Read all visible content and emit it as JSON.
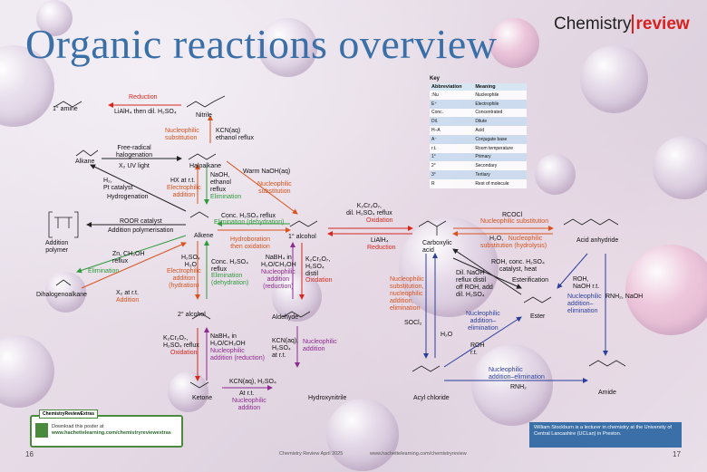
{
  "title": "Organic reactions overview",
  "brand": {
    "part1": "Chemistry",
    "part2": "review"
  },
  "key": {
    "heading": "Key",
    "col_abbr": "Abbreviation",
    "col_meaning": "Meaning",
    "rows": [
      {
        "abbr": ":Nu",
        "meaning": "Nucleophile"
      },
      {
        "abbr": "E⁺",
        "meaning": "Electrophile"
      },
      {
        "abbr": "Conc.",
        "meaning": "Concentrated"
      },
      {
        "abbr": "Dil.",
        "meaning": "Dilute"
      },
      {
        "abbr": "H–A",
        "meaning": "Acid"
      },
      {
        "abbr": "A⁻",
        "meaning": "Conjugate base"
      },
      {
        "abbr": "r.t.",
        "meaning": "Room temperature"
      },
      {
        "abbr": "1°",
        "meaning": "Primary"
      },
      {
        "abbr": "2°",
        "meaning": "Secondary"
      },
      {
        "abbr": "3°",
        "meaning": "Tertiary"
      },
      {
        "abbr": "R",
        "meaning": "Rest of molecule"
      }
    ]
  },
  "compounds": {
    "amine": "1° amine",
    "nitrile": "Nitrile",
    "alkane": "Alkane",
    "haloalkane": "Haloalkane",
    "addition_polymer": "Addition\npolymer",
    "alkene": "Alkene",
    "primary_alcohol": "1° alcohol",
    "carboxylic_acid": "Carboxylic\nacid",
    "acid_anhydride": "Acid anhydride",
    "dihalogenoalkane": "Dihalogenoalkane",
    "secondary_alcohol": "2° alcohol",
    "aldehyde": "Aldehyde",
    "ketone": "Ketone",
    "hydroxynitrile": "Hydroxynitrile",
    "ester": "Ester",
    "acyl_chloride": "Acyl chloride",
    "amide": "Amide"
  },
  "labels": {
    "reduction_top": "Reduction",
    "lialh4_then": "LiAlH₄ then dil. H₂SO₄",
    "nuc_sub_1": "Nucleophilic\nsubstitution",
    "kcn_ethanol": "KCN(aq)\nethanol reflux",
    "free_radical": "Free-radical\nhalogenation",
    "x2_uv": "X₂ UV light",
    "hx_rt": "HX at r.t.",
    "elec_add_1": "Electrophilic\naddition",
    "naoh_eth": "NaOH,\nethanol\nreflux",
    "elimination_1": "Elimination",
    "warm_naoh": "Warm NaOH(aq)",
    "nuc_sub_2": "Nucleophilic\nsubstitution",
    "h2_pt": "H₂,\nPt catalyst",
    "hydrogenation": "Hydrogenation",
    "roor": "ROOR catalyst",
    "add_poly": "Addition polymerisation",
    "conc_h2so4_reflux": "Conc. H₂SO₄ reflux",
    "elim_dehyd_1": "Elimination (dehydration)",
    "hydroboration": "Hydroboration\nthen oxidation",
    "k2cr2o7_reflux": "K₂Cr₂O₇,\ndil. H₂SO₄ reflux",
    "oxidation_1": "Oxidation",
    "lialh4": "LiAlH₄",
    "reduction_2": "Reduction",
    "rcocl": "RCOCl",
    "nuc_sub_3": "Nucleophilic substitution",
    "h2o_nuc": "H₂O,",
    "nuc_sub_hydro": "Nucleophilic\nsubstitution (hydrolysis)",
    "zn_ch3oh": "Zn, CH₃OH\nreflux",
    "elimination_2": "Elimination",
    "x2_rt": "X₂ at r.t.",
    "addition_1": "Addition",
    "h2so4_h2o": "H₂SO₄\nH₂O",
    "elec_add_hyd": "Electrophilic\naddition\n(hydration)",
    "conc_h2so4_2": "Conc. H₂SO₄\nreflux",
    "elim_dehyd_2": "Elimination\n(dehydration)",
    "nabh4_1": "NaBH₄ in\nH₂O/CH₃OH",
    "nuc_add_red_1": "Nucleophilic\naddition\n(reduction)",
    "k2cr2o7_distil": "K₂Cr₂O₇,\nH₂SO₄\ndistil",
    "oxidation_2": "Oxidation",
    "nuc_list": "Nucleophilic\nsubstitution,\nnucleophilic\naddition,\nelimination",
    "dil_naoh": "Dil. NaOH\nreflux distil\noff ROH, add\ndil. H₂SO₄",
    "roh_conc": "ROH, conc. H₂SO₄\ncatalyst, heat",
    "esterification": "Esterification",
    "roh_naoh": "ROH,\nNaOH r.t.",
    "nuc_add_elim_1": "Nucleophilic\naddition–\nelimination",
    "rnh2_naoh": "RNH₂, NaOH",
    "nuc_add_elim_2": "Nucleophilic\naddition–\nelimination",
    "socl2": "SOCl₂",
    "h2o": "H₂O",
    "roh_rt": "ROH\nr.t.",
    "nuc_add_elim_3": "Nucleophilic\naddition–elimination",
    "rnh2": "RNH₂",
    "k2cr2o7_reflux_2": "K₂Cr₂O₇,\nH₂SO₄ reflux",
    "oxidation_3": "Oxidation",
    "nabh4_2": "NaBH₄ in\nH₂O/CH₃OH",
    "nuc_add_red_2": "Nucleophilic\naddition (reduction)",
    "kcn_h2so4_rt": "KCN(aq),\nH₂SO₄\nat r.t.",
    "nuc_add_1": "Nucleophilic\naddition",
    "kcn_h2so4": "KCN(aq), H₂SO₄",
    "at_rt": "At r.t.",
    "nuc_add_2": "Nucleophilic\naddition"
  },
  "extras": {
    "tab": "ChemistryReviewExtras",
    "line1": "Download this poster at",
    "link": "www.hachettelearning.com/chemistryreviewextras"
  },
  "author_note": "William Stockburn is a lecturer in chemistry at the University of Central Lancashire (UCLan) in Preston.",
  "footer": {
    "page_left": "16",
    "page_right": "17",
    "journal": "Chemistry Review  April 2025",
    "url": "www.hachettelearning.com/chemistryreview"
  }
}
